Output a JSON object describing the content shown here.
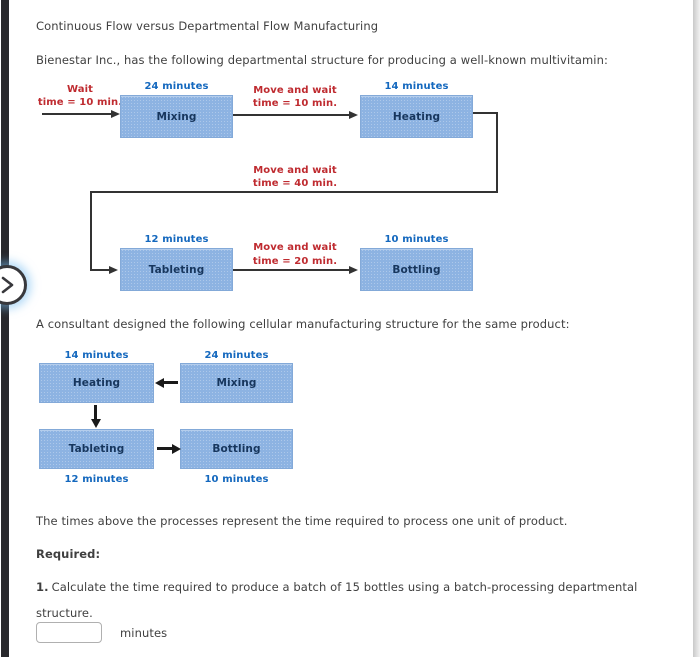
{
  "colors": {
    "process_box_fill": "#8db3e2",
    "process_box_text": "#17365d",
    "minutes_label_blue": "#1468be",
    "transfer_label_red": "#bf2b30",
    "body_text": "#3f3f3f",
    "sidebar_strip": "#28282c"
  },
  "nav": {
    "expand_button_icon": "chevron-right"
  },
  "header": {
    "title": "Continuous Flow versus Departmental Flow Manufacturing"
  },
  "intro_paragraph": "Bienestar Inc., has the following departmental structure for producing a well-known multivitamin:",
  "departmental_flow": {
    "input_wait": {
      "line1": "Wait",
      "line2": "time = 10 min."
    },
    "steps": {
      "mixing": {
        "minutes": "24 minutes",
        "label": "Mixing"
      },
      "heating": {
        "minutes": "14 minutes",
        "label": "Heating"
      },
      "tableting": {
        "minutes": "12 minutes",
        "label": "Tableting"
      },
      "bottling": {
        "minutes": "10 minutes",
        "label": "Bottling"
      }
    },
    "transfers": {
      "mixing_to_heating": {
        "line1": "Move and wait",
        "line2": "time = 10 min."
      },
      "heating_to_tableting": {
        "line1": "Move and wait",
        "line2": "time = 40 min."
      },
      "tableting_to_bottling": {
        "line1": "Move and wait",
        "line2": "time = 20 min."
      }
    }
  },
  "cellular_intro_paragraph": "A consultant designed the following cellular manufacturing structure for the same product:",
  "cellular_flow": {
    "heating": {
      "minutes": "14 minutes",
      "label": "Heating"
    },
    "mixing": {
      "minutes": "24 minutes",
      "label": "Mixing"
    },
    "tableting": {
      "minutes": "12 minutes",
      "label": "Tableting"
    },
    "bottling": {
      "minutes": "10 minutes",
      "label": "Bottling"
    }
  },
  "notes_paragraph": "The times above the processes represent the time required to process one unit of product.",
  "required": {
    "heading": "Required:",
    "q1": {
      "number": "1.",
      "text": "Calculate the time required to produce a batch of 15 bottles using a batch-processing departmental structure.",
      "answer_value": "",
      "answer_unit": "minutes"
    }
  }
}
